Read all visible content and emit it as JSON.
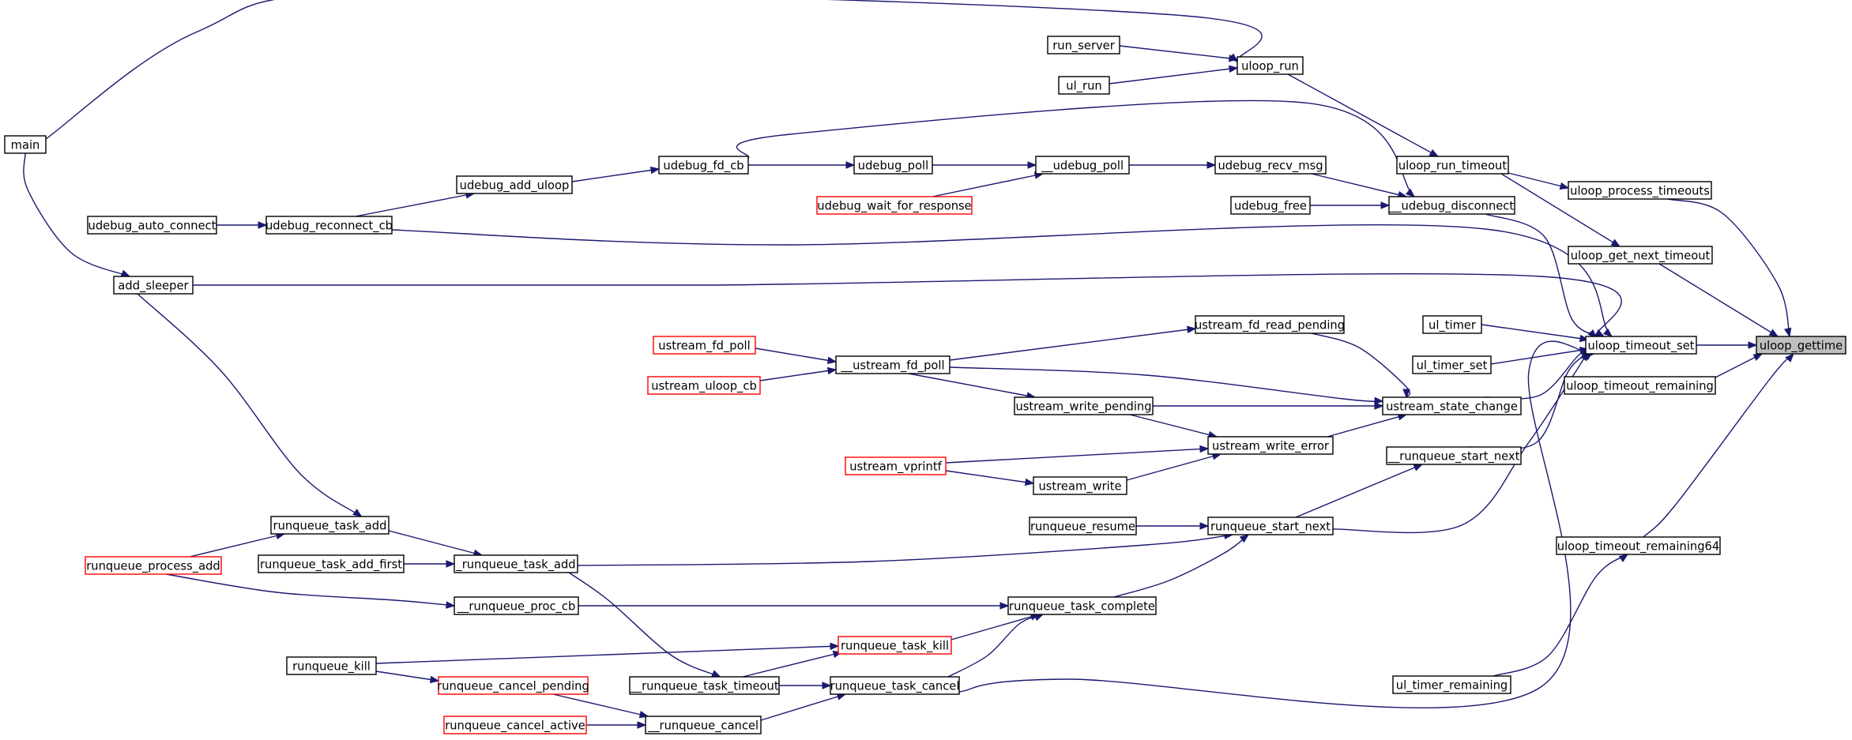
{
  "title": "",
  "colors": {
    "edge": "#191970",
    "node_border": "#000000",
    "node_border_incomplete": "#ff0000",
    "root_fill": "#bfbfbf"
  },
  "nodes": [
    {
      "id": "uloop_gettime",
      "label": "uloop_gettime",
      "style": "root"
    },
    {
      "id": "uloop_timeout_set",
      "label": "uloop_timeout_set",
      "style": "normal"
    },
    {
      "id": "uloop_timeout_remaining",
      "label": "uloop_timeout_remaining",
      "style": "normal"
    },
    {
      "id": "uloop_get_next_timeout",
      "label": "uloop_get_next_timeout",
      "style": "normal"
    },
    {
      "id": "uloop_process_timeouts",
      "label": "uloop_process_timeouts",
      "style": "normal"
    },
    {
      "id": "uloop_run_timeout",
      "label": "uloop_run_timeout",
      "style": "normal"
    },
    {
      "id": "uloop_run",
      "label": "uloop_run",
      "style": "normal"
    },
    {
      "id": "run_server",
      "label": "run_server",
      "style": "normal"
    },
    {
      "id": "ul_run",
      "label": "ul_run",
      "style": "normal"
    },
    {
      "id": "main",
      "label": "main",
      "style": "normal"
    },
    {
      "id": "uloop_timeout_remaining64",
      "label": "uloop_timeout_remaining64",
      "style": "normal"
    },
    {
      "id": "ul_timer_remaining",
      "label": "ul_timer_remaining",
      "style": "normal"
    },
    {
      "id": "ul_timer",
      "label": "ul_timer",
      "style": "normal"
    },
    {
      "id": "ul_timer_set",
      "label": "ul_timer_set",
      "style": "normal"
    },
    {
      "id": "__udebug_disconnect",
      "label": "__udebug_disconnect",
      "style": "normal"
    },
    {
      "id": "udebug_recv_msg",
      "label": "udebug_recv_msg",
      "style": "normal"
    },
    {
      "id": "udebug_free",
      "label": "udebug_free",
      "style": "normal"
    },
    {
      "id": "__udebug_poll",
      "label": "__udebug_poll",
      "style": "normal"
    },
    {
      "id": "udebug_poll",
      "label": "udebug_poll",
      "style": "normal"
    },
    {
      "id": "udebug_wait_for_response",
      "label": "udebug_wait_for_response",
      "style": "incomplete"
    },
    {
      "id": "udebug_fd_cb",
      "label": "udebug_fd_cb",
      "style": "normal"
    },
    {
      "id": "udebug_add_uloop",
      "label": "udebug_add_uloop",
      "style": "normal"
    },
    {
      "id": "udebug_reconnect_cb",
      "label": "udebug_reconnect_cb",
      "style": "normal"
    },
    {
      "id": "udebug_auto_connect",
      "label": "udebug_auto_connect",
      "style": "normal"
    },
    {
      "id": "add_sleeper",
      "label": "add_sleeper",
      "style": "normal"
    },
    {
      "id": "ustream_state_change",
      "label": "ustream_state_change",
      "style": "normal"
    },
    {
      "id": "ustream_fd_read_pending",
      "label": "ustream_fd_read_pending",
      "style": "normal"
    },
    {
      "id": "__ustream_fd_poll",
      "label": "__ustream_fd_poll",
      "style": "normal"
    },
    {
      "id": "ustream_fd_poll",
      "label": "ustream_fd_poll",
      "style": "incomplete"
    },
    {
      "id": "ustream_uloop_cb",
      "label": "ustream_uloop_cb",
      "style": "incomplete"
    },
    {
      "id": "ustream_write_pending",
      "label": "ustream_write_pending",
      "style": "normal"
    },
    {
      "id": "ustream_write_error",
      "label": "ustream_write_error",
      "style": "normal"
    },
    {
      "id": "ustream_vprintf",
      "label": "ustream_vprintf",
      "style": "incomplete"
    },
    {
      "id": "ustream_write",
      "label": "ustream_write",
      "style": "normal"
    },
    {
      "id": "__runqueue_start_next",
      "label": "__runqueue_start_next",
      "style": "normal"
    },
    {
      "id": "runqueue_start_next",
      "label": "runqueue_start_next",
      "style": "normal"
    },
    {
      "id": "runqueue_resume",
      "label": "runqueue_resume",
      "style": "normal"
    },
    {
      "id": "_runqueue_task_add",
      "label": "_runqueue_task_add",
      "style": "normal"
    },
    {
      "id": "runqueue_task_add",
      "label": "runqueue_task_add",
      "style": "normal"
    },
    {
      "id": "runqueue_task_add_first",
      "label": "runqueue_task_add_first",
      "style": "normal"
    },
    {
      "id": "runqueue_process_add",
      "label": "runqueue_process_add",
      "style": "incomplete"
    },
    {
      "id": "runqueue_task_complete",
      "label": "runqueue_task_complete",
      "style": "normal"
    },
    {
      "id": "__runqueue_proc_cb",
      "label": "__runqueue_proc_cb",
      "style": "normal"
    },
    {
      "id": "runqueue_task_kill",
      "label": "runqueue_task_kill",
      "style": "incomplete"
    },
    {
      "id": "runqueue_task_cancel",
      "label": "runqueue_task_cancel",
      "style": "normal"
    },
    {
      "id": "__runqueue_task_timeout",
      "label": "__runqueue_task_timeout",
      "style": "normal"
    },
    {
      "id": "__runqueue_cancel",
      "label": "__runqueue_cancel",
      "style": "normal"
    },
    {
      "id": "runqueue_kill",
      "label": "runqueue_kill",
      "style": "normal"
    },
    {
      "id": "runqueue_cancel_pending",
      "label": "runqueue_cancel_pending",
      "style": "incomplete"
    },
    {
      "id": "runqueue_cancel_active",
      "label": "runqueue_cancel_active",
      "style": "incomplete"
    }
  ],
  "edges": [
    {
      "from": "uloop_timeout_set",
      "to": "uloop_gettime"
    },
    {
      "from": "uloop_timeout_remaining",
      "to": "uloop_gettime"
    },
    {
      "from": "uloop_get_next_timeout",
      "to": "uloop_gettime"
    },
    {
      "from": "uloop_process_timeouts",
      "to": "uloop_gettime"
    },
    {
      "from": "uloop_timeout_remaining64",
      "to": "uloop_gettime"
    },
    {
      "from": "uloop_run_timeout",
      "to": "uloop_process_timeouts"
    },
    {
      "from": "uloop_run_timeout",
      "to": "uloop_get_next_timeout"
    },
    {
      "from": "uloop_run",
      "to": "uloop_run_timeout"
    },
    {
      "from": "run_server",
      "to": "uloop_run"
    },
    {
      "from": "ul_run",
      "to": "uloop_run"
    },
    {
      "from": "main",
      "to": "uloop_run"
    },
    {
      "from": "main",
      "to": "add_sleeper"
    },
    {
      "from": "ul_timer_remaining",
      "to": "uloop_timeout_remaining64"
    },
    {
      "from": "ul_timer",
      "to": "uloop_timeout_set"
    },
    {
      "from": "ul_timer_set",
      "to": "uloop_timeout_set"
    },
    {
      "from": "__udebug_disconnect",
      "to": "uloop_timeout_set"
    },
    {
      "from": "udebug_recv_msg",
      "to": "__udebug_disconnect"
    },
    {
      "from": "udebug_free",
      "to": "__udebug_disconnect"
    },
    {
      "from": "udebug_fd_cb",
      "to": "__udebug_disconnect"
    },
    {
      "from": "__udebug_poll",
      "to": "udebug_recv_msg"
    },
    {
      "from": "udebug_poll",
      "to": "__udebug_poll"
    },
    {
      "from": "udebug_wait_for_response",
      "to": "__udebug_poll"
    },
    {
      "from": "udebug_fd_cb",
      "to": "udebug_poll"
    },
    {
      "from": "udebug_add_uloop",
      "to": "udebug_fd_cb"
    },
    {
      "from": "udebug_reconnect_cb",
      "to": "udebug_add_uloop"
    },
    {
      "from": "udebug_auto_connect",
      "to": "udebug_reconnect_cb"
    },
    {
      "from": "udebug_reconnect_cb",
      "to": "uloop_timeout_set"
    },
    {
      "from": "add_sleeper",
      "to": "uloop_timeout_set"
    },
    {
      "from": "add_sleeper",
      "to": "runqueue_task_add"
    },
    {
      "from": "ustream_state_change",
      "to": "uloop_timeout_set"
    },
    {
      "from": "ustream_fd_read_pending",
      "to": "ustream_state_change"
    },
    {
      "from": "__ustream_fd_poll",
      "to": "ustream_fd_read_pending"
    },
    {
      "from": "__ustream_fd_poll",
      "to": "ustream_state_change"
    },
    {
      "from": "ustream_fd_poll",
      "to": "__ustream_fd_poll"
    },
    {
      "from": "ustream_uloop_cb",
      "to": "__ustream_fd_poll"
    },
    {
      "from": "__ustream_fd_poll",
      "to": "ustream_write_pending"
    },
    {
      "from": "ustream_write_pending",
      "to": "ustream_state_change"
    },
    {
      "from": "ustream_write_pending",
      "to": "ustream_write_error"
    },
    {
      "from": "ustream_write_error",
      "to": "ustream_state_change"
    },
    {
      "from": "ustream_vprintf",
      "to": "ustream_write_error"
    },
    {
      "from": "ustream_vprintf",
      "to": "ustream_write"
    },
    {
      "from": "ustream_write",
      "to": "ustream_write_error"
    },
    {
      "from": "__runqueue_start_next",
      "to": "uloop_timeout_set"
    },
    {
      "from": "runqueue_start_next",
      "to": "__runqueue_start_next"
    },
    {
      "from": "runqueue_start_next",
      "to": "uloop_timeout_set"
    },
    {
      "from": "runqueue_resume",
      "to": "runqueue_start_next"
    },
    {
      "from": "_runqueue_task_add",
      "to": "runqueue_start_next"
    },
    {
      "from": "runqueue_task_add",
      "to": "_runqueue_task_add"
    },
    {
      "from": "runqueue_task_add_first",
      "to": "_runqueue_task_add"
    },
    {
      "from": "runqueue_process_add",
      "to": "runqueue_task_add"
    },
    {
      "from": "runqueue_process_add",
      "to": "__runqueue_proc_cb"
    },
    {
      "from": "runqueue_task_complete",
      "to": "runqueue_start_next"
    },
    {
      "from": "__runqueue_proc_cb",
      "to": "runqueue_task_complete"
    },
    {
      "from": "runqueue_task_kill",
      "to": "runqueue_task_complete"
    },
    {
      "from": "runqueue_task_cancel",
      "to": "runqueue_task_complete"
    },
    {
      "from": "runqueue_task_cancel",
      "to": "uloop_timeout_set"
    },
    {
      "from": "_runqueue_task_add",
      "to": "__runqueue_task_timeout"
    },
    {
      "from": "__runqueue_task_timeout",
      "to": "runqueue_task_kill"
    },
    {
      "from": "__runqueue_task_timeout",
      "to": "runqueue_task_cancel"
    },
    {
      "from": "__runqueue_cancel",
      "to": "runqueue_task_cancel"
    },
    {
      "from": "runqueue_kill",
      "to": "runqueue_task_kill"
    },
    {
      "from": "runqueue_kill",
      "to": "runqueue_cancel_pending"
    },
    {
      "from": "runqueue_cancel_pending",
      "to": "__runqueue_cancel"
    },
    {
      "from": "runqueue_cancel_active",
      "to": "__runqueue_cancel"
    }
  ]
}
